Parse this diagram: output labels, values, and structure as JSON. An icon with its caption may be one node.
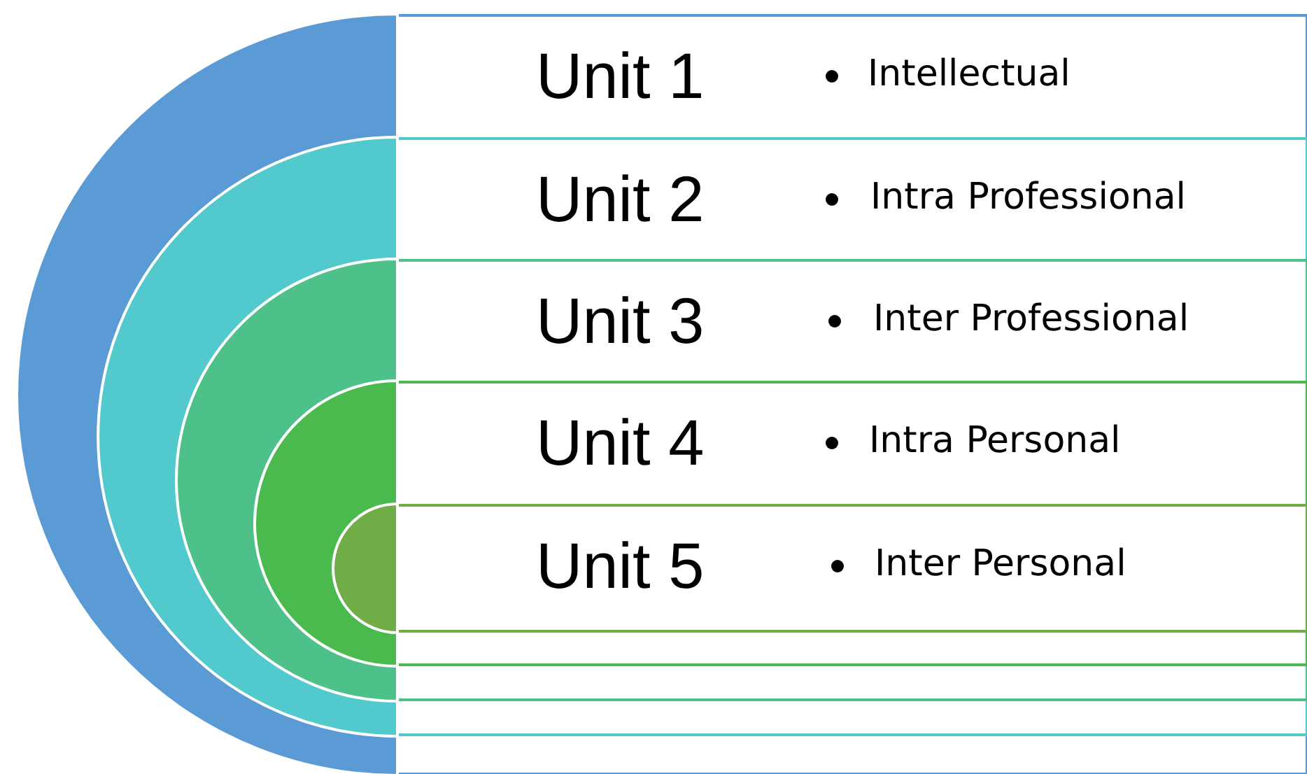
{
  "diagram": {
    "nodes": [
      {
        "text": [
          "Unit 1",
          "Intellectual"
        ]
      },
      {
        "text": [
          "Unit 2",
          "Intra Professional"
        ],
        "in": 0
      },
      {
        "text": [
          "Unit 3",
          "Inter Professional"
        ],
        "in": 1
      },
      {
        "text": [
          "Unit 4",
          "Intra Personal"
        ],
        "in": 2
      },
      {
        "text": [
          "Unit 5",
          "Inter Personal"
        ],
        "in": 3
      }
    ]
  }
}
